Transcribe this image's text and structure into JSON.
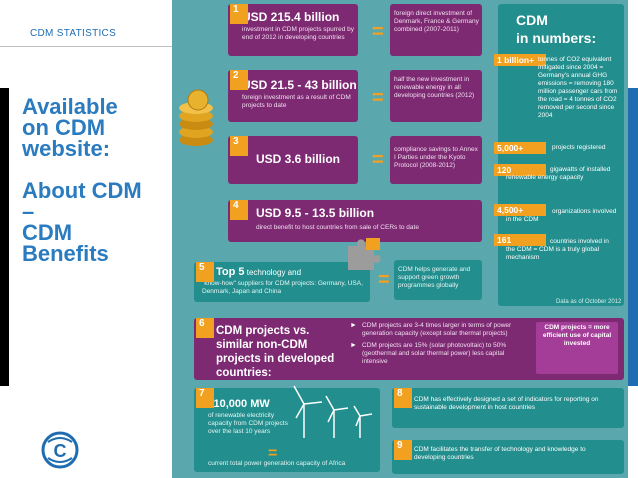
{
  "header": {
    "section_label": "CDM STATISTICS"
  },
  "slide": {
    "title": "Available\non CDM\nwebsite:\n\nAbout CDM\n–\nCDM\nBenefits"
  },
  "infographic": {
    "title1": "CDM",
    "title2": "in numbers:",
    "p1": {
      "num": "1",
      "headline": "USD 215.4 billion",
      "sub": "investment in CDM projects spurred by end of 2012 in developing countries",
      "right": "foreign direct investment of Denmark, France & Germany combined (2007-2011)"
    },
    "p2": {
      "num": "2",
      "headline": "USD 21.5 - 43 billion",
      "sub": "foreign investment as a result of CDM projects to date",
      "right": "half the new investment in renewable energy in all developing countries (2012)"
    },
    "p3": {
      "num": "3",
      "headline": "USD 3.6 billion",
      "right": "compliance savings to Annex I Parties under the Kyoto Protocol (2008-2012)"
    },
    "p4": {
      "num": "4",
      "headline": "USD 9.5 - 13.5 billion",
      "sub": "direct benefit to host countries from sale of CERs to date"
    },
    "p5": {
      "num": "5",
      "headline": "Top 5",
      "headline_rest": "technology and",
      "sub": "\"know-how\" suppliers for CDM projects: Germany, USA, Denmark, Japan and China",
      "right": "CDM helps generate and support green growth programmes globally"
    },
    "p6": {
      "num": "6",
      "headline": "CDM projects vs. similar non-CDM projects in developed countries:",
      "bullet1": "CDM projects are 3-4 times larger in terms of power generation capacity (except solar thermal projects)",
      "bullet2": "CDM projects are 15% (solar photovoltaic) to 50% (geothermal and solar thermal power) less capital intensive",
      "badge": "CDM projects = more efficient use of capital invested"
    },
    "p7": {
      "num": "7",
      "headline": "110,000 MW",
      "sub": "of renewable electricity capacity from CDM projects over the last 10 years",
      "bottom": "current total power generation capacity of Africa"
    },
    "p8": {
      "num": "8",
      "text": "CDM has effectively designed a set of indicators for reporting on sustainable development in host countries"
    },
    "p9": {
      "num": "9",
      "text": "CDM facilitates the transfer of technology and knowledge to developing countries"
    },
    "stats": [
      {
        "value": "1 billion+",
        "label": "tonnes of CO2 equivalent mitigated since 2004 = Germany's annual GHG emissions = removing 180 million passenger cars from the road = 4 tonnes of CO2 removed per second since 2004"
      },
      {
        "value": "5,000+",
        "label": "projects registered"
      },
      {
        "value": "120",
        "label": "gigawatts of installed renewable energy capacity"
      },
      {
        "value": "4,500+",
        "label": "organizations involved in the CDM"
      },
      {
        "value": "161",
        "label": "countries involved in the CDM = CDM is a truly global mechanism"
      }
    ],
    "footnote": "Data as of October 2012",
    "equals": "="
  },
  "colors": {
    "accent": "#1f6db0",
    "purple": "#7d2a73",
    "teal": "#228e8d",
    "orange": "#f2a01f",
    "bg": "#5aa7ad"
  }
}
